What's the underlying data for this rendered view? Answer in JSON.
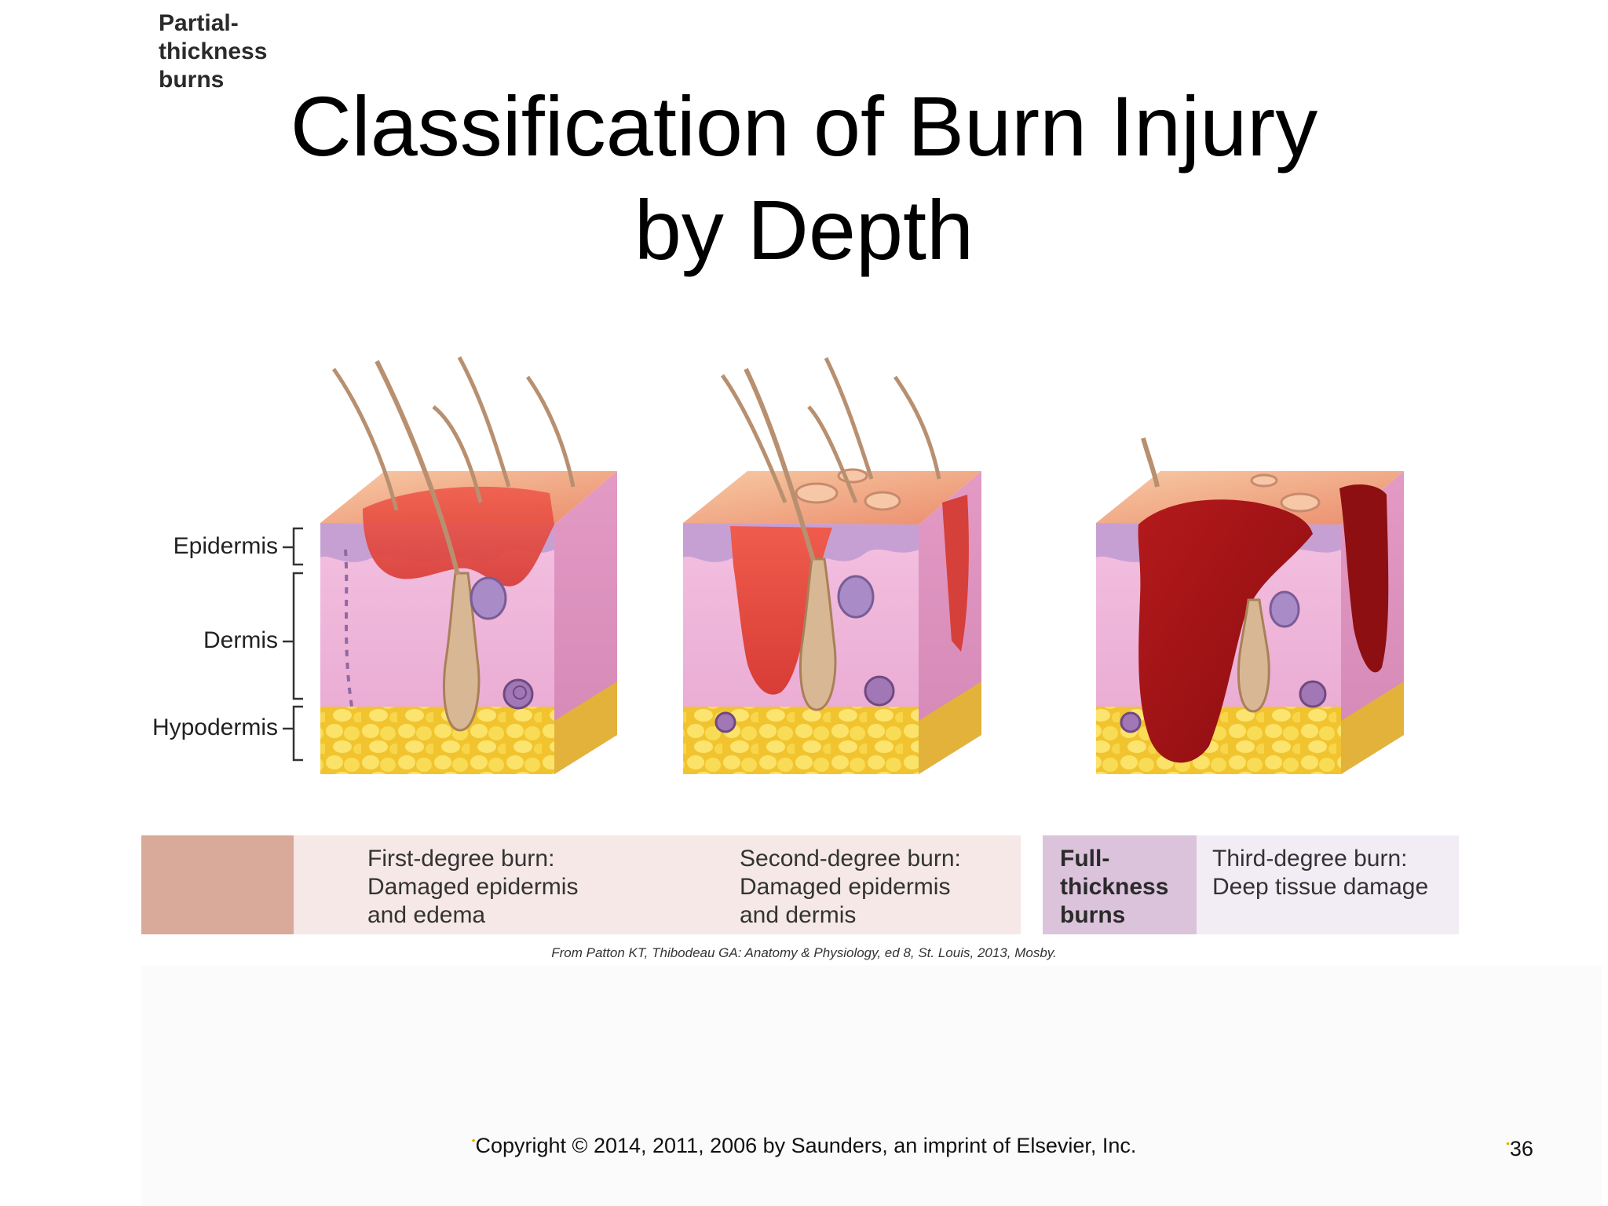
{
  "slide": {
    "title_line1": "Classification of Burn Injury",
    "title_line2": "by Depth"
  },
  "layers": {
    "epidermis": "Epidermis",
    "dermis": "Dermis",
    "hypodermis": "Hypodermis"
  },
  "classification": {
    "partial": {
      "line1": "Partial-",
      "line2": "thickness",
      "line3": "burns",
      "color": "#d9a999"
    },
    "first_degree": {
      "line1": "First-degree burn:",
      "line2": "Damaged epidermis",
      "line3": "and edema"
    },
    "second_degree": {
      "line1": "Second-degree burn:",
      "line2": "Damaged epidermis",
      "line3": "and dermis"
    },
    "full": {
      "line1": "Full-",
      "line2": "thickness",
      "line3": "burns",
      "color": "#dcc3dc"
    },
    "third_degree": {
      "line1": "Third-degree burn:",
      "line2": "Deep tissue damage"
    }
  },
  "colors": {
    "skin_surface": "#f2a07a",
    "epidermis": "#c8a2d2",
    "dermis": "#eeb4d8",
    "fat": "#f6d44a",
    "burn_light": "#e0443c",
    "burn_dark": "#9e1216",
    "hair": "#b89070"
  },
  "citation": "From Patton KT, Thibodeau GA: Anatomy & Physiology, ed 8, St. Louis, 2013, Mosby.",
  "footer": {
    "copyright": "Copyright © 2014, 2011, 2006 by Saunders, an imprint of Elsevier, Inc.",
    "page_number": "36"
  }
}
